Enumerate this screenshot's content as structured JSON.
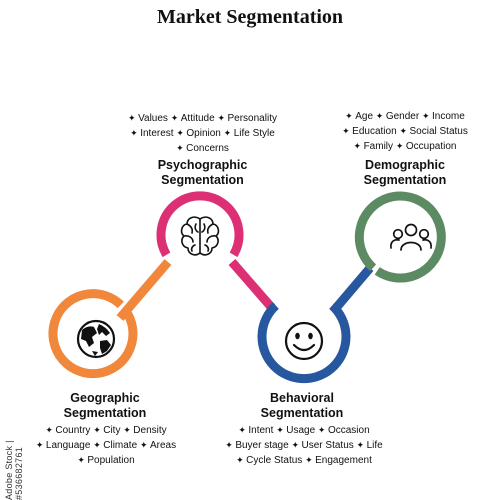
{
  "title": "Market Segmentation",
  "colors": {
    "geographic": "#f0873a",
    "psychographic": "#dd2f73",
    "behavioral": "#27579f",
    "demographic": "#5c8a62"
  },
  "segments": {
    "psychographic": {
      "title_line1": "Psychographic",
      "title_line2": "Segmentation",
      "icon": "brain-icon",
      "rows": [
        [
          "Values",
          "Attitude",
          "Personality"
        ],
        [
          "Interest",
          "Opinion",
          "Life Style"
        ],
        [
          "Concerns"
        ]
      ]
    },
    "demographic": {
      "title_line1": "Demographic",
      "title_line2": "Segmentation",
      "icon": "people-group-icon",
      "rows": [
        [
          "Age",
          "Gender",
          "Income"
        ],
        [
          "Education",
          "Social Status"
        ],
        [
          "Family",
          "Occupation"
        ]
      ]
    },
    "geographic": {
      "title_line1": "Geographic",
      "title_line2": "Segmentation",
      "icon": "globe-icon",
      "rows": [
        [
          "Country",
          "City",
          "Density"
        ],
        [
          "Language",
          "Climate",
          "Areas"
        ],
        [
          "Population"
        ]
      ]
    },
    "behavioral": {
      "title_line1": "Behavioral",
      "title_line2": "Segmentation",
      "icon": "smiley-face-icon",
      "rows": [
        [
          "Intent",
          "Usage",
          "Occasion"
        ],
        [
          "Buyer stage",
          "User Status",
          "Life"
        ],
        [
          "Cycle Status",
          "Engagement"
        ]
      ]
    }
  },
  "watermark": "Adobe Stock | #536682761"
}
